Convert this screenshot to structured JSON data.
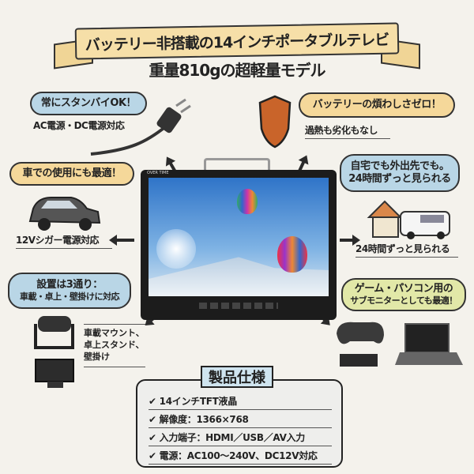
{
  "banner": {
    "title": "バッテリー非搭載の14インチポータブルテレビ",
    "subtitle": "重量810gの超軽量モデル"
  },
  "features": {
    "standby": {
      "bubble": "常にスタンバイOK！",
      "caption": "AC電源・DC電源対応",
      "icon": "power-plug-icon"
    },
    "battery": {
      "bubble": "バッテリーの煩わしさゼロ！",
      "caption": "過熱も劣化もなし",
      "icon": "shield-icon"
    },
    "car": {
      "bubble": "車での使用にも最適！",
      "caption": "12Vシガー電源対応",
      "icon": "car-icon"
    },
    "home": {
      "bubble_line1": "自宅でも外出先でも。",
      "bubble_line2": "24時間ずっと見られる",
      "caption": "24時間ずっと見られる",
      "icon": "house-van-icon"
    },
    "install": {
      "bubble_line1": "設置は3通り：",
      "bubble_line2": "車載・卓上・壁掛けに対応",
      "caption_lines": [
        "車載マウント、",
        "卓上スタンド、",
        "壁掛け"
      ],
      "icon": "mount-monitor-icon"
    },
    "game": {
      "bubble_line1": "ゲーム・パソコン用の",
      "bubble_line2": "サブモニターとしても最適！",
      "icon": "gamepad-laptop-icon"
    }
  },
  "tv": {
    "brand": "OVER TIME"
  },
  "spec": {
    "title": "製品仕様",
    "items": [
      "14インチTFT液晶",
      "解像度：1366×768",
      "入力端子：HDMI／USB／AV入力",
      "電源：AC100〜240V、DC12V対応"
    ]
  },
  "colors": {
    "blue_bubble": "#b9d6e6",
    "orange_bubble": "#f5d89a",
    "green_bubble": "#e2e8a8",
    "banner": "#f6dfa8",
    "shield": "#c9642a"
  }
}
